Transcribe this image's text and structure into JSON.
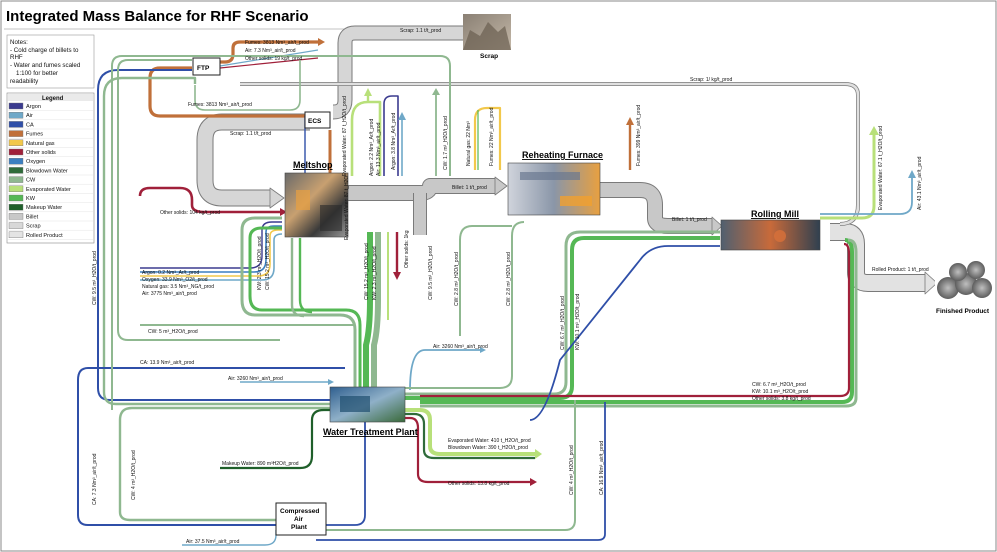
{
  "title": "Integrated Mass Balance for RHF Scenario",
  "notes": {
    "lines": [
      "Notes:",
      "- Cold charge of billets to",
      "RHF",
      "- Water and fumes scaled",
      "1:100 for better",
      "readability"
    ]
  },
  "legend": {
    "heading": "Legend",
    "items": [
      {
        "label": "Argon",
        "color": "#3b3b8f"
      },
      {
        "label": "Air",
        "color": "#6fa8c8"
      },
      {
        "label": "CA",
        "color": "#2f4fa8"
      },
      {
        "label": "Fumes",
        "color": "#c0703a"
      },
      {
        "label": "Natural gas",
        "color": "#f2c84b"
      },
      {
        "label": "Other solids",
        "color": "#a0203a"
      },
      {
        "label": "Oxygen",
        "color": "#3c7fc0"
      },
      {
        "label": "Blowdown Water",
        "color": "#2f6b3a"
      },
      {
        "label": "CW",
        "color": "#8fb890"
      },
      {
        "label": "Evaporated Water",
        "color": "#b8e07a"
      },
      {
        "label": "KW",
        "color": "#55b855"
      },
      {
        "label": "Makeup Water",
        "color": "#1f5f2a"
      },
      {
        "label": "Billet",
        "color": "#c8c8c8"
      },
      {
        "label": "Scrap",
        "color": "#d8d8d8"
      },
      {
        "label": "Rolled Product",
        "color": "#e4e4e4"
      }
    ]
  },
  "nodes": {
    "ftp": "FTP",
    "ecs": "ECS",
    "meltshop": "Meltshop",
    "reheating": "Reheating Furnace",
    "rolling": "Rolling Mill",
    "wtp": "Water Treatment Plant",
    "cap": [
      "Compressed",
      "Air",
      "Plant"
    ],
    "scrap": "Scrap",
    "finished": "Finished Product"
  },
  "labels": {
    "scrap_top": "Scrap: 1.1 t/t_prod",
    "scrap_rm": "Scrap: 1/  kg/t_prod",
    "ftp_fumes": "Fumes: 3813 Nm³_air/t_prod",
    "ftp_air": "Air: 7.3 Nm³_air/t_prod",
    "ftp_solids": "Other solids: 19 kg/t_prod",
    "fumes_ecs": "Fumes: 3813 Nm³_air/t_prod",
    "scrap_ms": "Scrap: 1.1 t/t_prod",
    "other_solids_ms": "Other solids: 104 kg/t_prod",
    "billet_ms": "Billet: 1 t/t_prod",
    "billet_rf": "Billet: 1 t/t_prod",
    "rolled": "Rolled Product: 1 t/t_prod",
    "ms_inputs": [
      "Argon: 0.2 Nm³_Ar/t_prod",
      "Oxygen: 33.9 Nm³_O2/t_prod",
      "Natural gas: 3.5 Nm³_NG/t_prod",
      "Air: 3775 Nm³_air/t_prod"
    ],
    "cw_left": "CW: 5 m³_H2O/t_prod",
    "ca_mid": "CA: 13.9 Nm³_air/t_prod",
    "air_wtp_top": "Air: 3260 Nm³_air/t_prod",
    "air_wtp_left": "Air: 3260 Nm³_air/t_prod",
    "makeup": "Makeup Water: 890  m³H2O/t_prod",
    "evap_wtp": "Evaporated Water: 410 t_H2O/t_prod",
    "blowdown": "Blowdown Water: 390 t_H2O/t_prod",
    "solids_wtp": "Other solids: 13.8 kg/t_prod",
    "rm_bottom": [
      "CW: 6.7 m³_H2O/t_prod",
      "KW: 10.1 m³_H2O/t_prod",
      "Other solids: 3.8 kg/t_prod"
    ],
    "air_cap": "Air: 37.5 Nm³_air/t_prod",
    "ms_right": [
      "Evaporated Water: 87 t_H2O/t_prod",
      "Argon: 2.2 Nm³_Ar/t_prod",
      "Air: 13.3 Nm³_air/t_prod"
    ],
    "rf_top": [
      "Natural gas: 22 Nm³",
      "Fumes: 22 Nm³_air/t_prod"
    ],
    "rf_fumes": "Fumes: 399 Nm³_air/t_prod",
    "rm_evap": "Evaporated Water: 67.1 t_H2O/t_prod",
    "rm_air": "Air: 43.1 Nm³_air/t_prod",
    "cw_far_left": "CW: 9.5 m³_H2O/t_prod",
    "ca_far_left": "CA: 7.3 Nm³_air/t_prod",
    "cw_lower_left": "CW: 4 m³_H2O/t_prod",
    "cw_rf": "CW: 2.8 m³_H2O/t_prod",
    "cw_rf2": "CW: 2.8 m³_H2O/t_prod",
    "cw_rm_v": "CW: 6.7 m³_H2O/t_prod",
    "kw_rm_v": "KW: 10.1 m³_H2O/t_prod",
    "cw_bottom_mid": "CW: 4 m³_H2O/t_prod",
    "ca_bottom_mid": "CA: 16.9 Nm³_air/t_prod",
    "ms_cw": "CW: 15.2 m³_H2O/t_prod",
    "ms_kw": "KW: 2.3 m³_H2O/t_prod",
    "ms_kw2": "KW: 2.3 m³_H2O/t_prod",
    "ms_cw2": "CW: 15.2 m³_H2O/t_prod",
    "ms_solids_v": "Other solids: 1kg",
    "ms_cw3": "CW: 9.5 m³_H2O/t_prod",
    "ms_kw3": "CW: 1.7 m³_H2O/t_prod",
    "ms_evap_v": "Evaporated Water: 87 t_H2O",
    "ms_argon_v": "Argon: 3.8 Nm³_Ar/t_prod"
  },
  "colors": {
    "argon": "#3b3b8f",
    "air": "#6fa8c8",
    "ca": "#2f4fa8",
    "fumes": "#c0703a",
    "ng": "#f2c84b",
    "solids": "#a0203a",
    "oxygen": "#3c7fc0",
    "blowdown": "#2f6b3a",
    "cw": "#8fb890",
    "evap": "#b8e07a",
    "kw": "#55b855",
    "makeup": "#1f5f2a",
    "billet": "#c8c8c8",
    "scrap": "#d6d6d6",
    "rolled": "#e2e2e2",
    "outline": "#555555"
  }
}
